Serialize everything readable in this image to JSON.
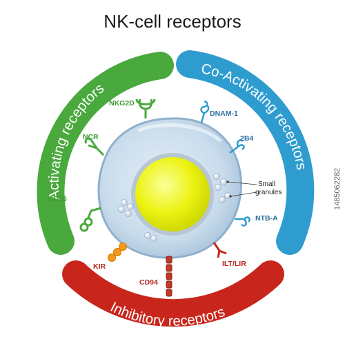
{
  "title": "NK-cell receptors",
  "groups": {
    "activating": {
      "label": "Activating receptors",
      "color": "#49a93d"
    },
    "coactivating": {
      "label": "Co-Activating receptors",
      "color": "#2f9cd0"
    },
    "inhibitory": {
      "label": "Inhibitory receptors",
      "color": "#c8261d"
    }
  },
  "receptors": {
    "nkg2d": "NKG2D",
    "ncr": "NCR",
    "cd16": "CD16",
    "dnam1": "DNAM-1",
    "b2b4": "2B4",
    "ntba": "NTB-A",
    "ilt": "ILT/LIR",
    "kir": "KIR",
    "cd94": "CD94"
  },
  "granules_label": [
    "Small",
    "granules"
  ],
  "side_text": "1485062282",
  "colors": {
    "activating_text": "#3e9a32",
    "coactivating_text": "#2b6fa0",
    "inhibitory_text": "#b8251b",
    "cell_fill": "#c7dcee",
    "nucleus": "#e8f20a"
  }
}
